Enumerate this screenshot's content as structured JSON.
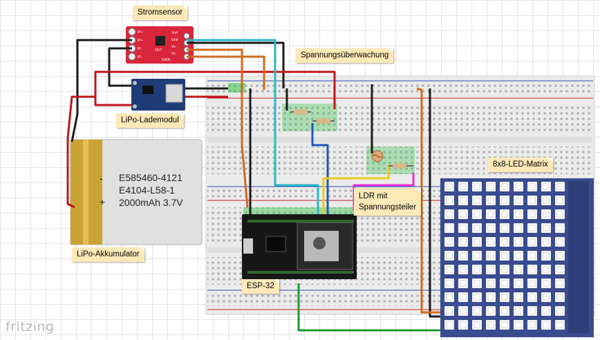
{
  "labels": {
    "strom_sensor": "Stromsensor",
    "spannung": "Spannungsüberwachung",
    "lipo_lade": "LiPo-Lademodul",
    "ldr_line1": "LDR mit",
    "ldr_line2": "Spannungsteiler",
    "matrix": "8x8-LED-Matrix",
    "akku": "LiPo-Akkumulator",
    "esp": "ESP-32"
  },
  "battery": {
    "line1": "E585460-4121",
    "line2": "E4104-L58-1",
    "line3": "2000mAh 3.7V",
    "minus": "-",
    "plus": "+"
  },
  "sensor_pins_left": [
    "IP+",
    "IP+",
    "IP-",
    "IP-"
  ],
  "sensor_pins_right": [
    "Vref",
    "Gnd",
    "Vs",
    "Vo"
  ],
  "sensor_extra": [
    "OUT",
    "GAIN"
  ],
  "brand": "fritzing",
  "colors": {
    "wire_black": "#1a1a1a",
    "wire_red": "#c0141a",
    "wire_orange": "#d06a1c",
    "wire_cyan": "#27b8c9",
    "wire_blue": "#1f57b6",
    "wire_yellow": "#e8cd16",
    "wire_magenta": "#e830d4",
    "wire_green": "#1e9a2c",
    "matrix_bg": "#3a4c8f",
    "esp_bg": "#171717",
    "sensor_red": "#d9263a",
    "battery_gold": "#caa335",
    "note_bg": "#fde9b8"
  }
}
